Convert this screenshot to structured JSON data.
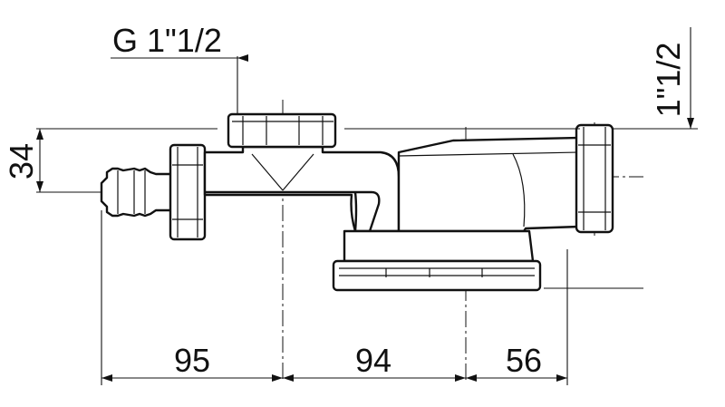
{
  "dimensions": {
    "thread_top": "G 1\"1/2",
    "thread_right": "1\"1/2",
    "height_left": "34",
    "length_1": "95",
    "length_2": "94",
    "length_3": "56"
  },
  "colors": {
    "line": "#111111",
    "background": "#ffffff"
  }
}
